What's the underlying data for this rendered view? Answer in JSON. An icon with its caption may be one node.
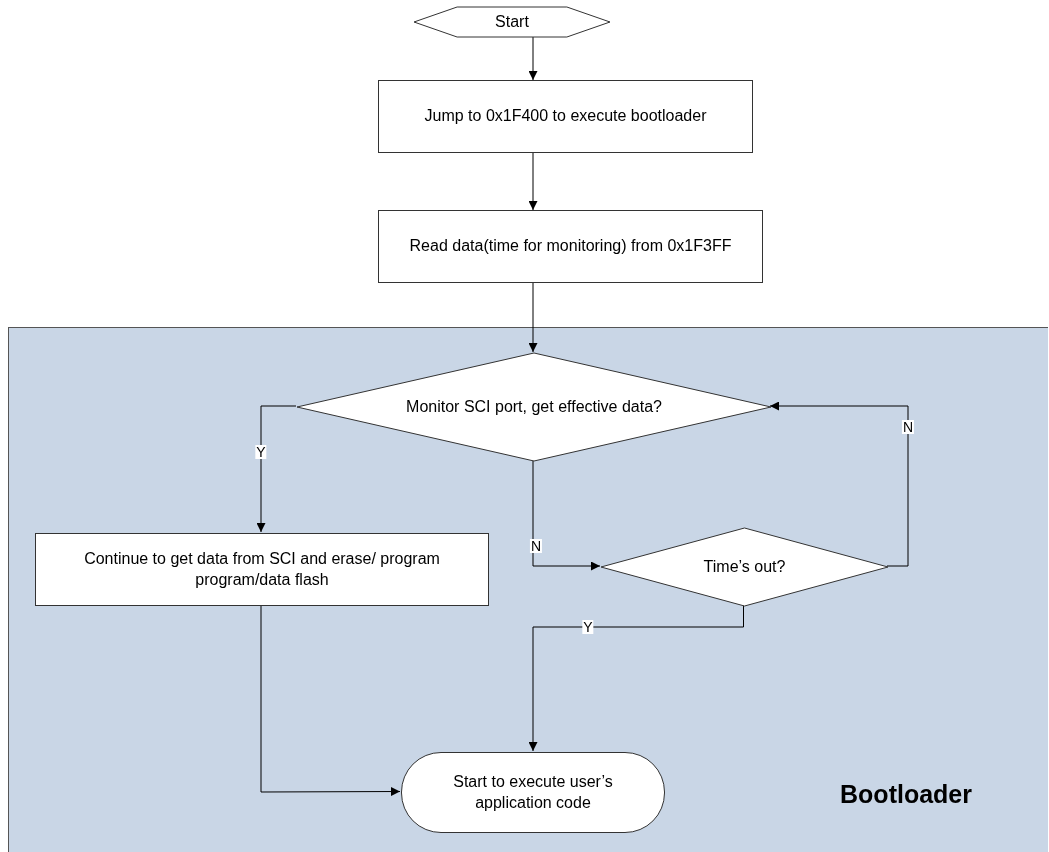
{
  "diagram": {
    "nodes": [
      {
        "text": [
          "Bootloader"
        ]
      },
      {
        "text": [
          "Start"
        ]
      },
      {
        "text": [
          "Jump to 0x1F400 to execute bootloader"
        ]
      },
      {
        "text": [
          "Read data(time for monitoring) from 0x1F3FF"
        ]
      },
      {
        "text": [
          "Monitor SCI port, get effective data?"
        ],
        "in": 0
      },
      {
        "text": [
          "Continue to get data from SCI and erase/ program program/data flash"
        ],
        "in": 0
      },
      {
        "text": [
          "Time’s out?"
        ],
        "in": 0
      },
      {
        "text": [
          "Start to execute user’s application code"
        ],
        "in": 0
      }
    ],
    "edges": [
      {
        "from": 1,
        "to": 2,
        "arrow": "to"
      },
      {
        "from": 2,
        "to": 3,
        "arrow": "to"
      },
      {
        "from": 3,
        "to": 4,
        "arrow": "to"
      },
      {
        "from": 4,
        "to": 5,
        "arrow": "to",
        "label": "Y"
      },
      {
        "from": 4,
        "to": 6,
        "arrow": "to",
        "label": "N"
      },
      {
        "from": 6,
        "to": 4,
        "arrow": "to",
        "label": "N"
      },
      {
        "from": 6,
        "to": 7,
        "arrow": "to",
        "label": "Y"
      },
      {
        "from": 5,
        "to": 7,
        "arrow": "to"
      }
    ]
  }
}
